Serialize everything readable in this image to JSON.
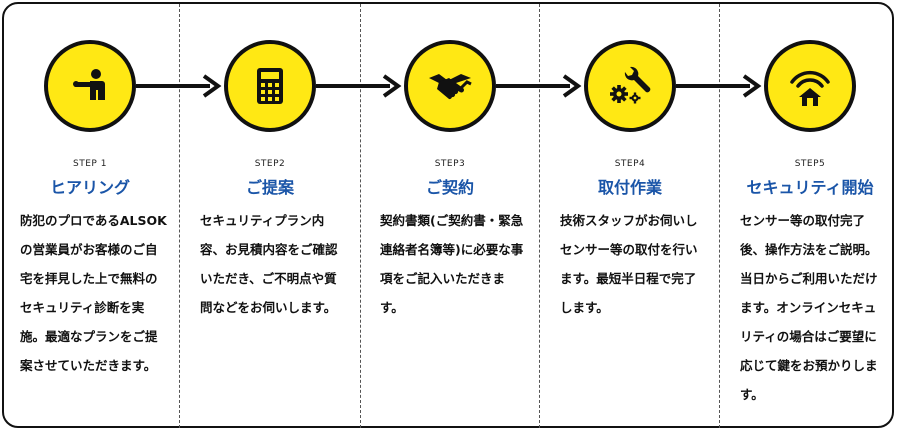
{
  "steps": [
    {
      "no": "STEP 1",
      "title": "ヒアリング",
      "icon": "person-presenting-icon",
      "desc": "防犯のプロであるALSOKの営業員がお客様のご自宅を拝見した上で無料のセキュリティ診断を実施。最適なプランをご提案させていただきます。"
    },
    {
      "no": "STEP2",
      "title": "ご提案",
      "icon": "calculator-icon",
      "desc": "セキュリティプラン内容、お見積内容をご確認いただき、ご不明点や質問などをお伺いします。"
    },
    {
      "no": "STEP3",
      "title": "ご契約",
      "icon": "handshake-icon",
      "desc": "契約書類(ご契約書・緊急連絡者名簿等)に必要な事項をご記入いただきます。"
    },
    {
      "no": "STEP4",
      "title": "取付作業",
      "icon": "tools-gears-icon",
      "desc": "技術スタッフがお伺いしセンサー等の取付を行います。最短半日程で完了します。"
    },
    {
      "no": "STEP5",
      "title": "セキュリティ開始",
      "icon": "home-signal-icon",
      "desc": "センサー等の取付完了後、操作方法をご説明。当日からご利用いただけます。オンラインセキュリティの場合はご要望に応じて鍵をお預かりします。"
    }
  ],
  "colors": {
    "circle": "#ffe814",
    "title": "#1a55a8",
    "line": "#111111"
  }
}
